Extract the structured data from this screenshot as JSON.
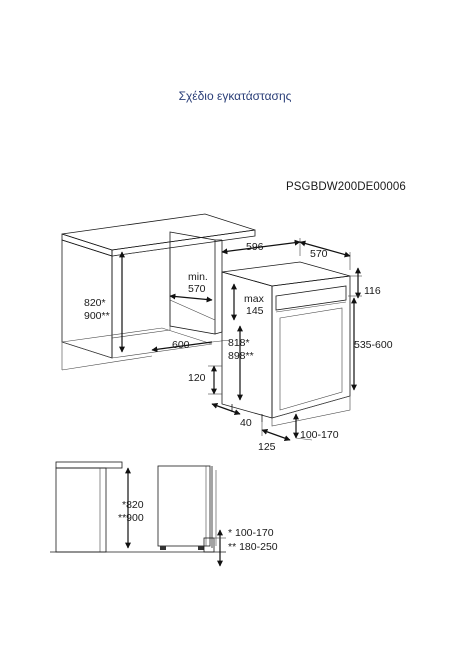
{
  "page": {
    "title": "Σχέδιο εγκατάστασης",
    "model_code": "PSGBDW200DE00006"
  },
  "main_diagram": {
    "width": "596",
    "depth": "570",
    "top_gap": "116",
    "max_label": "max",
    "max_value": "145",
    "min_label": "min.",
    "min_value": "570",
    "niche_height_1": "820*",
    "niche_height_2": "900**",
    "niche_depth": "600",
    "appliance_height_1": "818*",
    "appliance_height_2": "898**",
    "adjust_range": "535-600",
    "base_height": "120",
    "foot_gap": "40",
    "plinth_depth": "125",
    "plinth_height": "100-170"
  },
  "side_diagram": {
    "height_1": "*820",
    "height_2": "**900",
    "plinth_1": "* 100-170",
    "plinth_2": "** 180-250"
  },
  "colors": {
    "title": "#2a3e78",
    "line": "#1a1a1a",
    "cabinet_fill": "#f2f2f2",
    "counter_fill": "#e6e6e6"
  }
}
